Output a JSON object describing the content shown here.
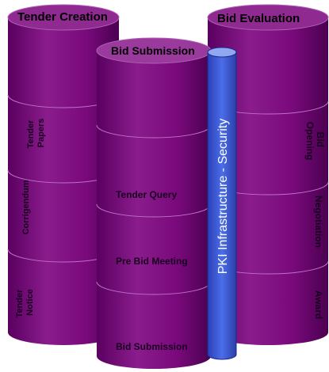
{
  "cylinders": {
    "left": {
      "title": "Tender Creation",
      "sections": [
        "Tender Papers",
        "Corrigendum",
        "Tender Notice"
      ]
    },
    "right": {
      "title": "Bid Evaluation",
      "sections": [
        "Bid Opening",
        "Negotiation",
        "Award"
      ]
    },
    "center": {
      "title": "Bid Submission",
      "sections": [
        "Tender Query",
        "Pre Bid Meeting",
        "Bid Submission"
      ]
    }
  },
  "pki": {
    "label": "PKI Infrastructure   - Security"
  },
  "colors": {
    "cylinder_fill": "#7a0a7c",
    "cylinder_top": "#8e2a90",
    "divider": "#c070c8",
    "pki_fill": "#3f5fd8",
    "pki_top": "#8fa8f0"
  }
}
